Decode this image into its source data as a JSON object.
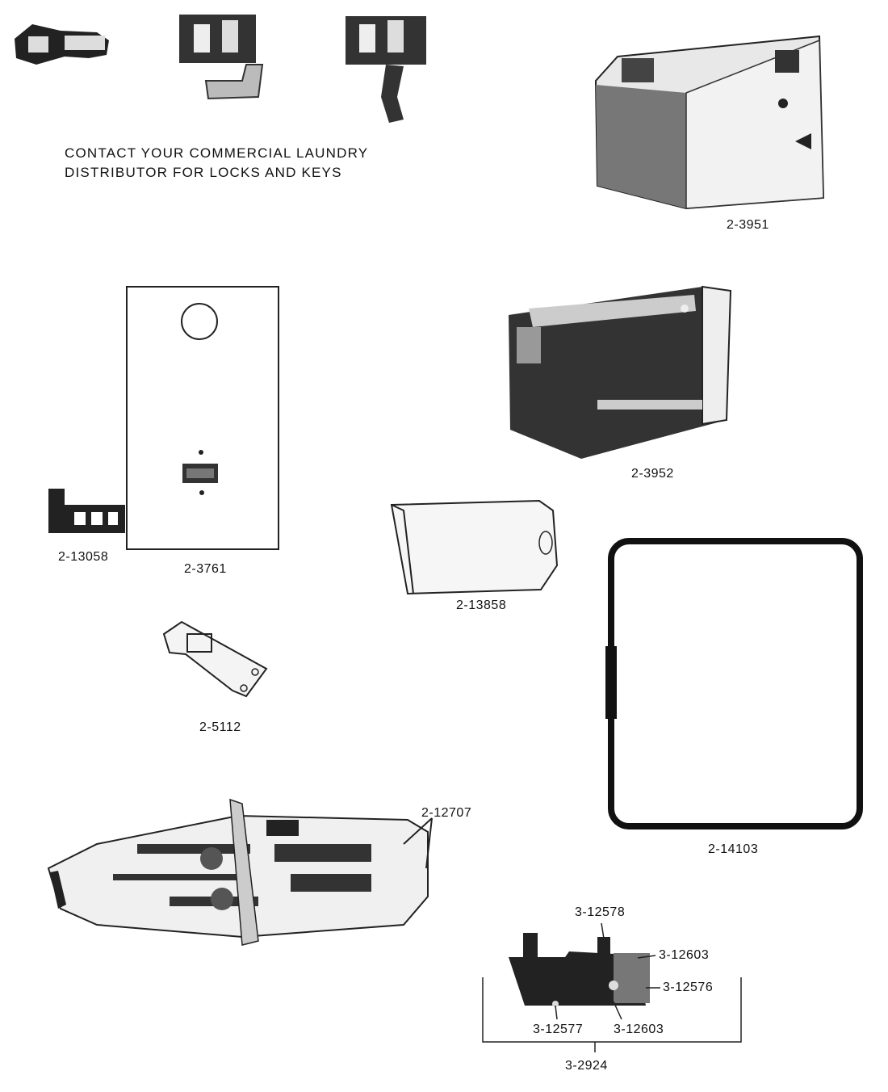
{
  "note": {
    "line1": "CONTACT YOUR COMMERCIAL LAUNDRY",
    "line2": "DISTRIBUTOR FOR LOCKS AND KEYS"
  },
  "parts": {
    "coin_box_a": "2-3951",
    "coin_box_b": "2-3952",
    "front_plate": "2-3761",
    "bracket_small": "2-13058",
    "cover": "2-13858",
    "gasket": "2-14103",
    "lock_plate": "2-5112",
    "mechanism": "2-12707",
    "switch_assembly": "3-2924",
    "switch_top": "3-12578",
    "switch_right_upper": "3-12603",
    "switch_right_lower": "3-12576",
    "switch_bottom_left": "3-12577",
    "switch_bottom_right": "3-12603"
  }
}
